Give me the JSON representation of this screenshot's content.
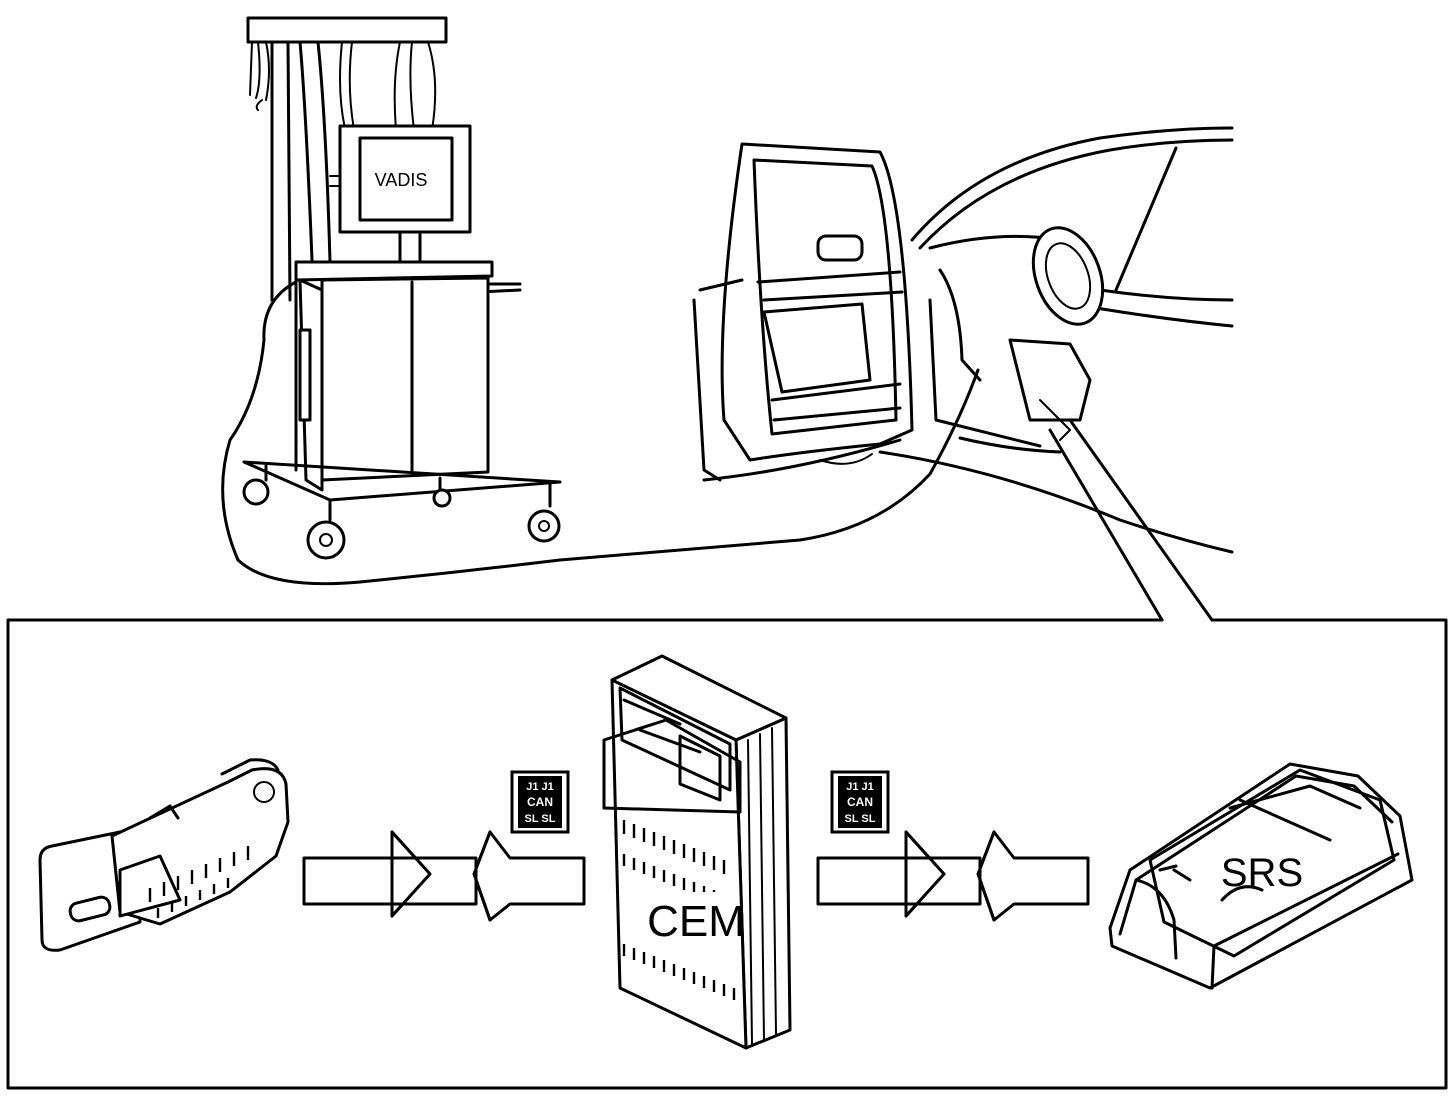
{
  "diagram": {
    "labels": {
      "monitor": "VADIS",
      "control_module": "CEM",
      "airbag_module": "SRS"
    },
    "bus_icon_text": [
      "J1 J1",
      "CAN",
      "SL SL"
    ],
    "colors": {
      "line": "#000000",
      "background": "#ffffff"
    }
  }
}
